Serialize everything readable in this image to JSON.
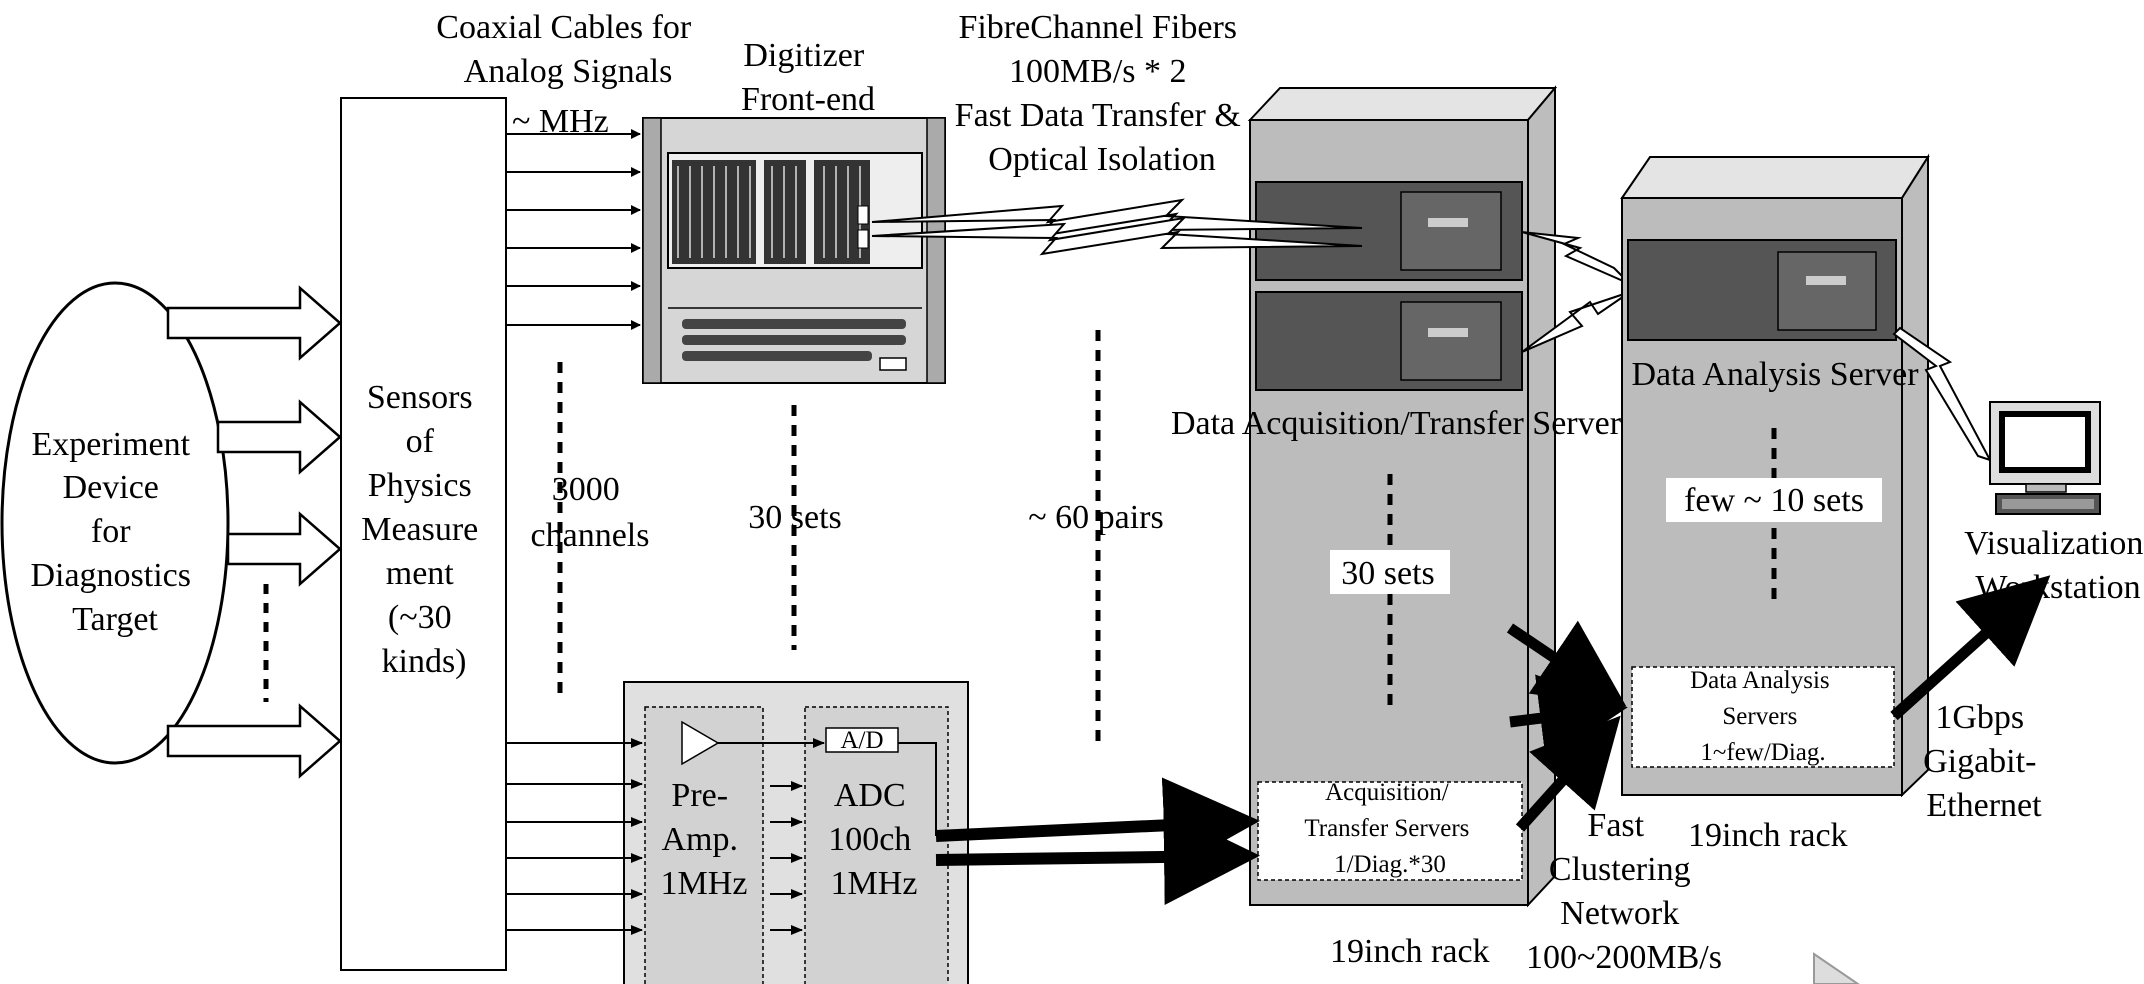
{
  "experiment": {
    "lines": [
      "Experiment",
      "Device",
      "for",
      "Diagnostics",
      "Target"
    ]
  },
  "sensors": {
    "lines": [
      "Sensors",
      "of",
      "Physics",
      "Measure",
      "ment",
      "(~30",
      "kinds)"
    ]
  },
  "coax": {
    "lines": [
      "Coaxial Cables for",
      "Analog Signals"
    ],
    "freq": "~ MHz"
  },
  "digitizer": {
    "lines": [
      "Digitizer",
      "Front-end"
    ]
  },
  "fibre": {
    "lines": [
      "FibreChannel Fibers",
      "100MB/s * 2",
      "Fast Data Transfer &",
      "Optical Isolation"
    ]
  },
  "channels": {
    "lines": [
      "3000",
      "channels"
    ]
  },
  "front_sets": "30 sets",
  "pairs": "~ 60 pairs",
  "acq_server": {
    "title": "Data Acquisition/Transfer Server",
    "sets": "30 sets",
    "box": [
      "Acquisition/",
      "Transfer Servers",
      "1/Diag.*30"
    ],
    "rack": "19inch rack"
  },
  "analysis_server": {
    "title": "Data Analysis Server",
    "sets": "few ~ 10 sets",
    "box": [
      "Data Analysis",
      "Servers",
      "1~few/Diag."
    ],
    "rack": "19inch rack"
  },
  "workstation": {
    "lines": [
      "Visualization",
      "Workstation"
    ]
  },
  "ethernet": {
    "lines": [
      "1Gbps",
      "Gigabit-",
      "Ethernet"
    ]
  },
  "cluster": {
    "lines": [
      "Fast",
      "Clustering",
      "Network",
      "100~200MB/s"
    ]
  },
  "board": {
    "preamp": [
      "Pre-",
      "Amp.",
      "1MHz"
    ],
    "ad": "A/D",
    "adc": [
      "ADC",
      "100ch",
      "1MHz"
    ]
  }
}
